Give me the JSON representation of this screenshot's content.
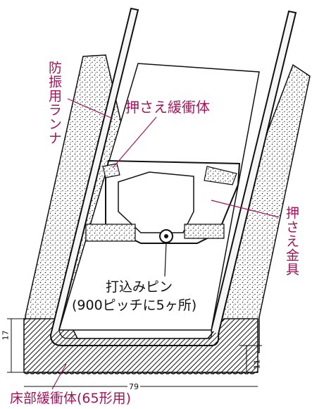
{
  "labels": {
    "runner": "防振用ランナ",
    "press_buffer": "押さえ緩衝体",
    "press_metal": "押さえ金具",
    "pin_line1": "打込みピン",
    "pin_line2": "(900ピッチに5ヶ所)",
    "floor_buffer": "床部緩衝体(65形用)"
  },
  "dimensions": {
    "height_left": "17",
    "height_right": "11",
    "width_bottom": "79"
  },
  "colors": {
    "label_accent": "#a3135c",
    "line": "#111111"
  }
}
